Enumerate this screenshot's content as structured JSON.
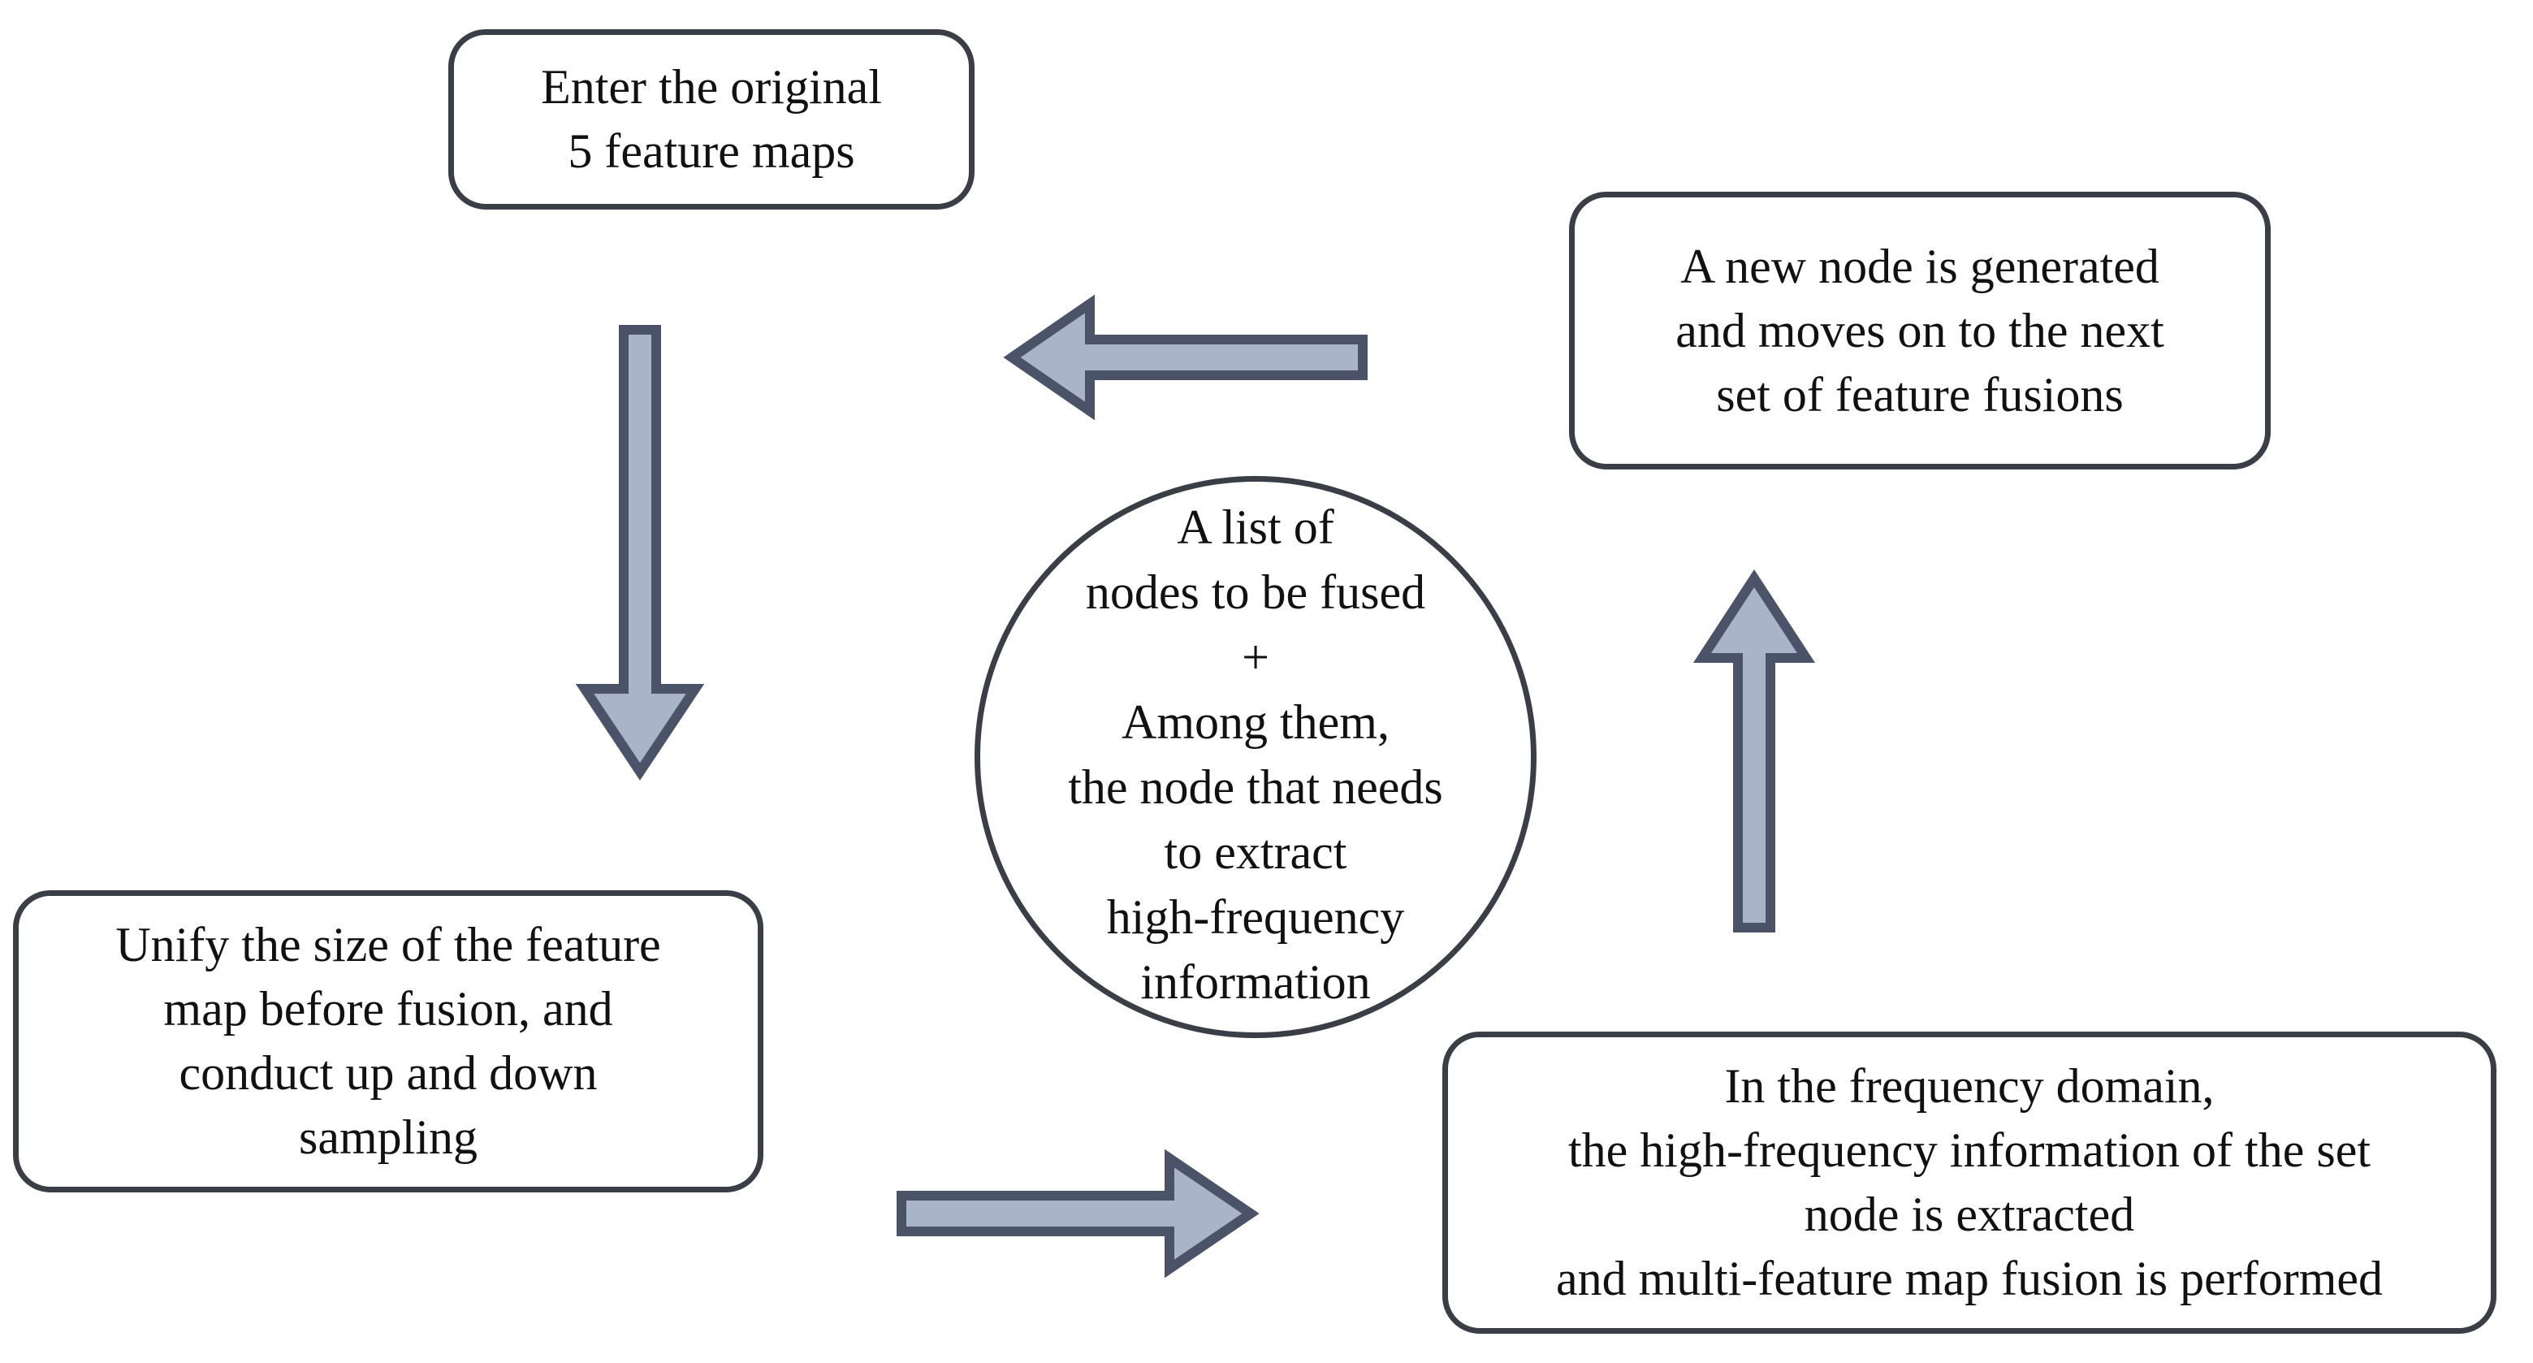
{
  "boxes": {
    "start": "Enter the original\n5 feature maps",
    "new_node": "A new node is generated\nand moves on to the next\nset of feature fusions",
    "unify": "Unify the size of the feature\nmap before fusion, and\nconduct up and down\nsampling",
    "frequency": "In the frequency domain,\nthe high-frequency information of the set\nnode is extracted\nand multi-feature map fusion is performed"
  },
  "center": {
    "text": "A list of\nnodes to be fused\n+\nAmong them,\nthe node that needs\nto extract\nhigh-frequency\ninformation"
  },
  "colors": {
    "arrow_fill": "#aab4c8",
    "arrow_stroke": "#4a5368",
    "border": "#3a3e47"
  }
}
